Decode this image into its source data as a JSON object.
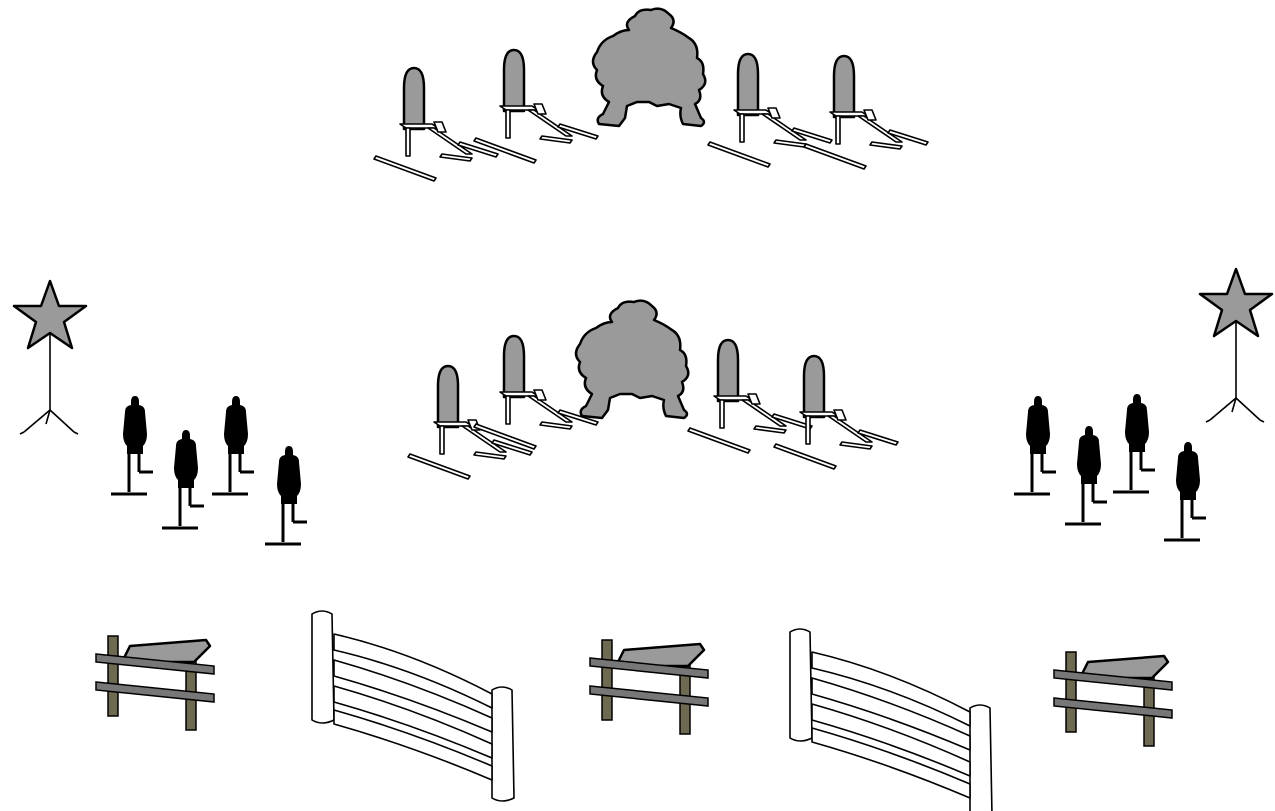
{
  "scene": {
    "background": "#ffffff",
    "colors": {
      "prop_gray": "#9a9a9a",
      "target_black": "#000000",
      "post_khaki": "#6e6a52",
      "outline": "#000000"
    },
    "icons": [
      "shooter-silhouette-target",
      "steel-plate-target",
      "star-target-on-stand",
      "black-silhouette-target",
      "rest-fence-prop",
      "wooden-fence-panel"
    ]
  }
}
